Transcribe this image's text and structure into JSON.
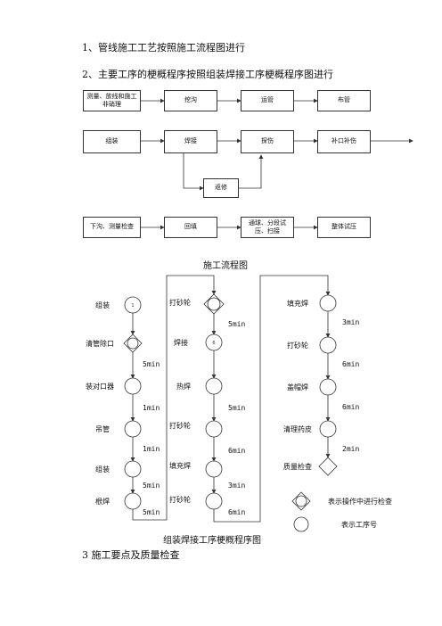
{
  "headings": {
    "h1": "1、管线施工工艺按照施工流程图进行",
    "h2": "2、主要工序的梗概程序按照组装焊接工序梗概程序图进行",
    "h3": "3  施工要点及质量检查"
  },
  "flow": {
    "row1": [
      "测量、放线和施工非硝理",
      "挖沟",
      "运管",
      "布管"
    ],
    "row2": [
      "组装",
      "焊接",
      "探伤",
      "补口补伤"
    ],
    "repair": "返修",
    "row3": [
      "下沟、测量检查",
      "回填",
      "通球、分段试压、扫接",
      "整体试压"
    ],
    "title": "施工流程图"
  },
  "process": {
    "col1": {
      "nodes": [
        "组装",
        "清管除口",
        "装对口器",
        "吊管",
        "组装",
        "根焊"
      ],
      "first_num": "1",
      "durations": [
        "5min",
        "1min",
        "1min",
        "5min",
        "5min"
      ]
    },
    "col2": {
      "nodes": [
        "打砂轮",
        "焊接",
        "热焊",
        "打砂轮",
        "填充焊",
        "打砂轮"
      ],
      "num": "6",
      "durations": [
        "5min",
        "5min",
        "6min",
        "3min",
        "6min"
      ]
    },
    "col3": {
      "nodes": [
        "填充焊",
        "打砂轮",
        "盖帽焊",
        "清理药皮",
        "质量检查"
      ],
      "durations": [
        "3min",
        "6min",
        "6min",
        "2min"
      ]
    },
    "legend": {
      "check": "表示操作中进行检查",
      "step": "表示工序号"
    },
    "title": "组装焊接工序梗概程序图"
  }
}
